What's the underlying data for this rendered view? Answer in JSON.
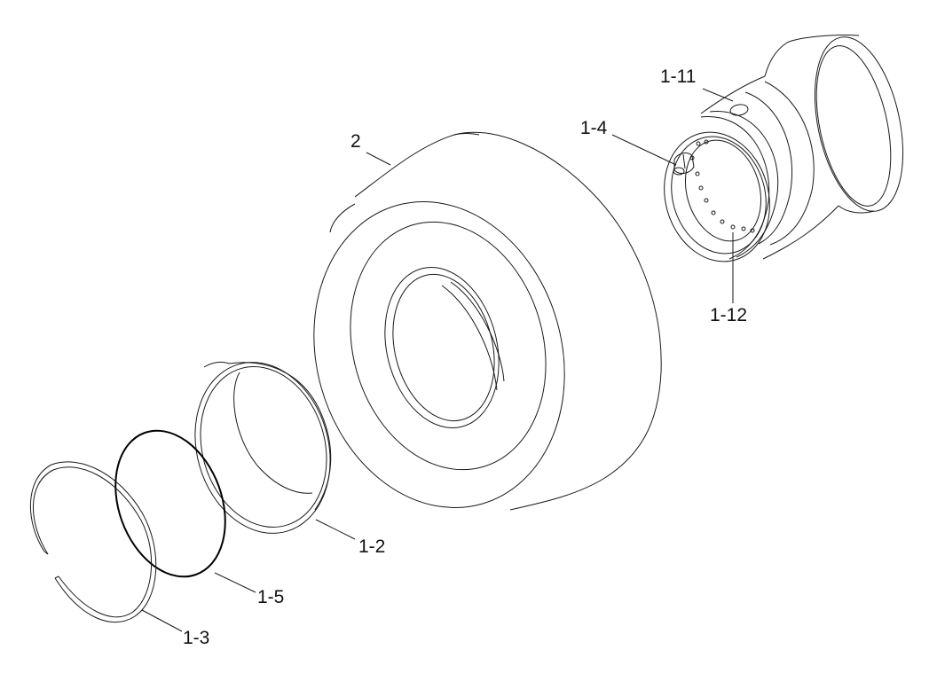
{
  "callouts": {
    "hub_top": "1-11",
    "pin": "1-4",
    "tire": "2",
    "hub_bolts": "1-12",
    "sleeve": "1-2",
    "o_ring": "1-5",
    "snap_ring": "1-3"
  }
}
